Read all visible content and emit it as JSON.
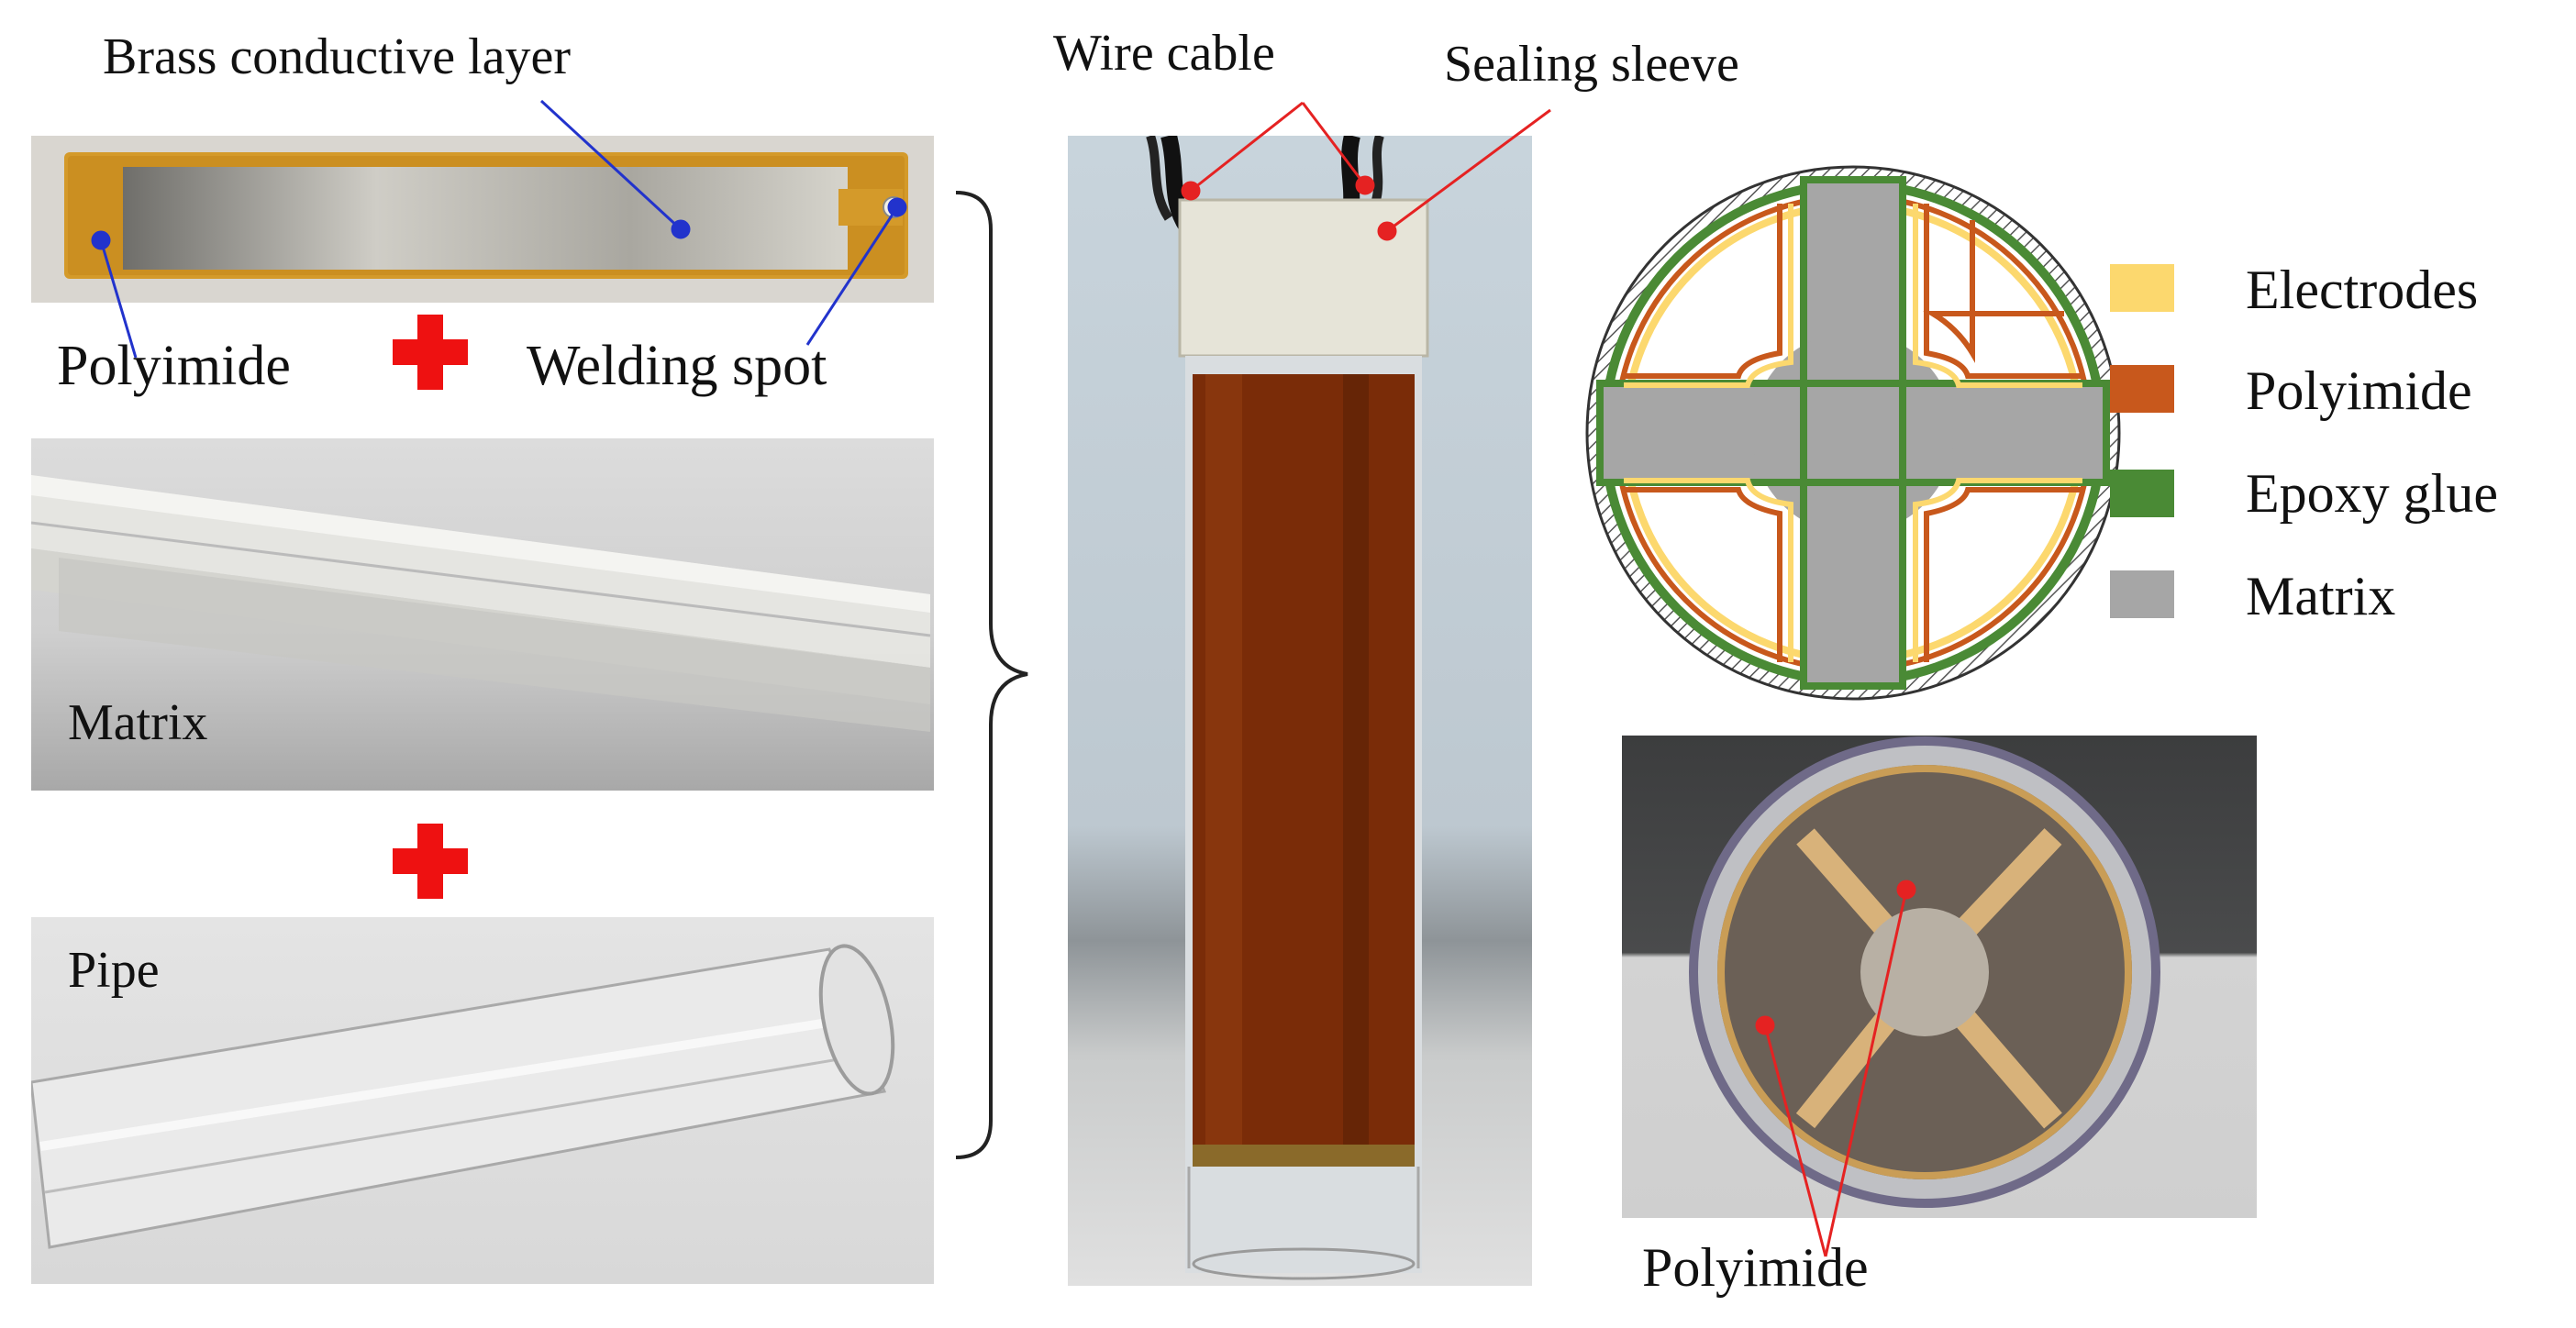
{
  "labels": {
    "brass": "Brass conductive layer",
    "polyimide_top": "Polyimide",
    "welding": "Welding spot",
    "matrix": "Matrix",
    "pipe": "Pipe",
    "wire": "Wire cable",
    "sleeve": "Sealing sleeve",
    "polyimide_bottom": "Polyimide"
  },
  "legend": [
    {
      "label": "Electrodes",
      "color": "#fcd86e"
    },
    {
      "label": "Polyimide",
      "color": "#c8581c"
    },
    {
      "label": "Epoxy glue",
      "color": "#4a8a35"
    },
    {
      "label": "Matrix",
      "color": "#a6a6a6"
    }
  ],
  "colors": {
    "plus": "#ee1111",
    "leader_red": "#e52222",
    "leader_blue": "#2233cc"
  }
}
